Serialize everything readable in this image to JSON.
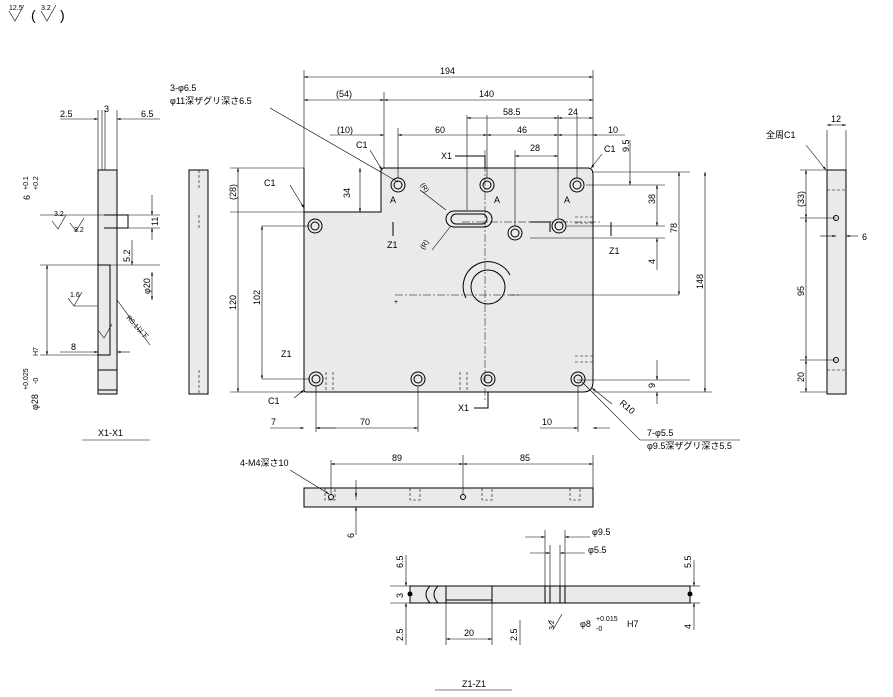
{
  "header": {
    "finish_symbol": "12.5",
    "paren_open": "(",
    "finish_symbol_alt": "3.2",
    "paren_close": ")"
  },
  "front_view": {
    "width": "194",
    "offset_left_paren": "(54)",
    "span_140": "140",
    "offset_10_paren": "(10)",
    "span_60": "60",
    "span_58_5": "58.5",
    "span_46": "46",
    "span_28_top": "28",
    "span_24": "24",
    "span_10_top": "10",
    "span_9_5": "9.5",
    "height_28_paren": "(28)",
    "span_34": "34",
    "span_38": "38",
    "span_78": "78",
    "span_4": "4",
    "height_148": "148",
    "height_120": "120",
    "height_102": "102",
    "span_9": "9",
    "bottom_7": "7",
    "bottom_70": "70",
    "bottom_10": "10",
    "radius_r10": "R10",
    "chamfer_c1": "C1",
    "radius_r": "(R)",
    "section_x1": "X1",
    "section_z1": "Z1",
    "view_a": "A",
    "note_holes_top_1": "3-φ6.5",
    "note_holes_top_2": "φ11深ザグリ深さ6.5",
    "note_holes_bottom_1": "7-φ5.5",
    "note_holes_bottom_2": "φ9.5深ザグリ深さ5.5"
  },
  "section_x1": {
    "title": "X1-X1",
    "span_2_5": "2.5",
    "span_3": "3",
    "span_6_5": "6.5",
    "thickness": "6",
    "tol_plus": "+0.1",
    "tol_plus2": "+0.2",
    "finish_3_2": "3.2",
    "span_11": "11",
    "span_5_2": "5.2",
    "bore_20": "φ20",
    "finish_1_6": "1.6",
    "finish_3_2b": "3.2",
    "note_r": "R0.1以下",
    "span_8": "8",
    "bore_28": "φ28",
    "bore_28_tol_plus": "+0.025",
    "bore_28_tol_minus": "-0",
    "bore_28_fit": "H7"
  },
  "side_view": {
    "note_chamfer": "全周C1",
    "span_12": "12",
    "span_33_paren": "(33)",
    "span_6": "6",
    "span_95": "95",
    "span_20": "20"
  },
  "bottom_view": {
    "note_tap": "4-M4深さ10",
    "span_89": "89",
    "span_85": "85",
    "span_6": "6"
  },
  "section_z1": {
    "title": "Z1-Z1",
    "bore_9_5": "φ9.5",
    "bore_5_5": "φ5.5",
    "span_6_5": "6.5",
    "span_3": "3",
    "span_5_5": "5.5",
    "span_2_5a": "2.5",
    "span_20": "20",
    "span_2_5b": "2.5",
    "finish_3_2": "3.2",
    "bore_8": "φ8",
    "bore_8_tol_plus": "+0.015",
    "bore_8_tol_minus": "-0",
    "bore_8_fit": "H7",
    "span_4": "4"
  }
}
